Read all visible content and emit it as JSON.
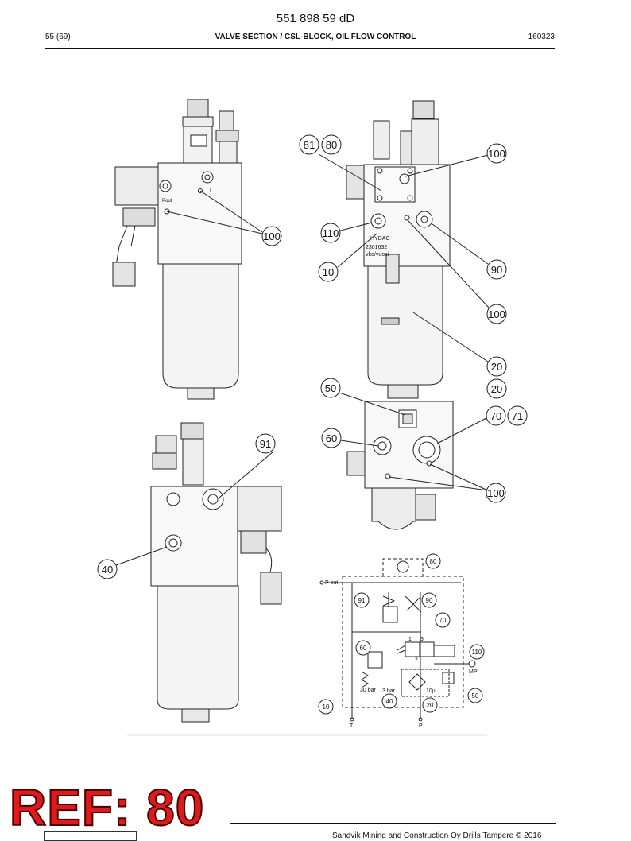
{
  "header": {
    "doc_number": "551 898 59 dD",
    "page": "55 (69)",
    "title": "VALVE SECTION / CSL-BLOCK, OIL FLOW CONTROL",
    "date": "160323"
  },
  "callouts": [
    "81",
    "80",
    "100",
    "100",
    "110",
    "10",
    "90",
    "100",
    "20",
    "20",
    "50",
    "70",
    "71",
    "60",
    "91",
    "100",
    "40"
  ],
  "part_text": {
    "brand": "HYDAC",
    "part_no": "2301632",
    "week_year": "vko/vuosi",
    "port_pout": "Pout",
    "port_t": "T",
    "port_mp": "MP",
    "port_p": "P"
  },
  "schematic": {
    "labels": {
      "p_out": "P out",
      "t": "T",
      "p": "P",
      "mp": "MP",
      "bar30": "30 bar",
      "bar3": "3 bar",
      "filter": "10µ",
      "port1": "1",
      "port2": "2",
      "port3": "3"
    },
    "callouts": [
      "80",
      "91",
      "90",
      "70",
      "60",
      "110",
      "50",
      "40",
      "20",
      "10"
    ]
  },
  "ref_stamp": "REF: 80",
  "footer": {
    "copyright": "Sandvik Mining and Construction Oy Drills Tampere © 2016"
  }
}
